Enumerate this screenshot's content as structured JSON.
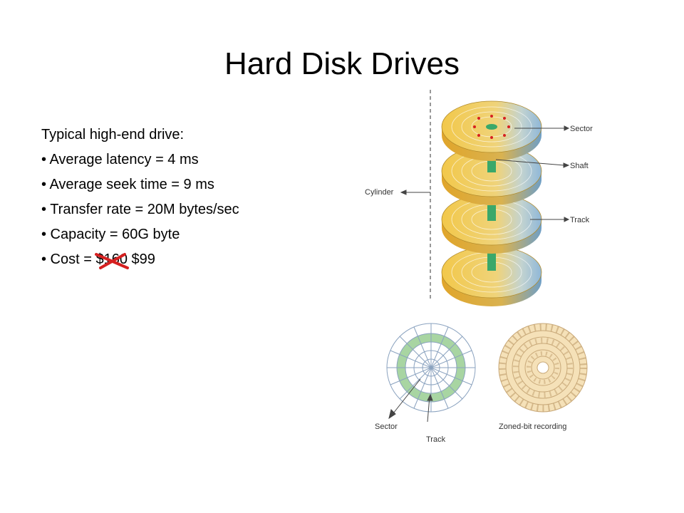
{
  "slide": {
    "title": "Hard Disk Drives",
    "intro": "Typical high-end drive:",
    "bullets": [
      "• Average latency = 4 ms",
      "• Average seek time = 9 ms",
      "• Transfer rate = 20M bytes/sec",
      "• Capacity = 60G byte"
    ],
    "cost_prefix": "• Cost = ",
    "cost_old": "$160",
    "cost_new": " $99"
  },
  "figure": {
    "labels": {
      "sector": "Sector",
      "shaft": "Shaft",
      "cylinder": "Cylinder",
      "track": "Track",
      "bottom_sector": "Sector",
      "bottom_track": "Track",
      "zoned": "Zoned-bit recording"
    }
  },
  "colors": {
    "platter_yellow": "#f2c84a",
    "platter_blue": "#8fb7d8",
    "shaft_green": "#3aa86a",
    "strike_red": "#d62020",
    "track_green": "#a8d5a2",
    "zoned_fill": "#f5e1b8"
  }
}
